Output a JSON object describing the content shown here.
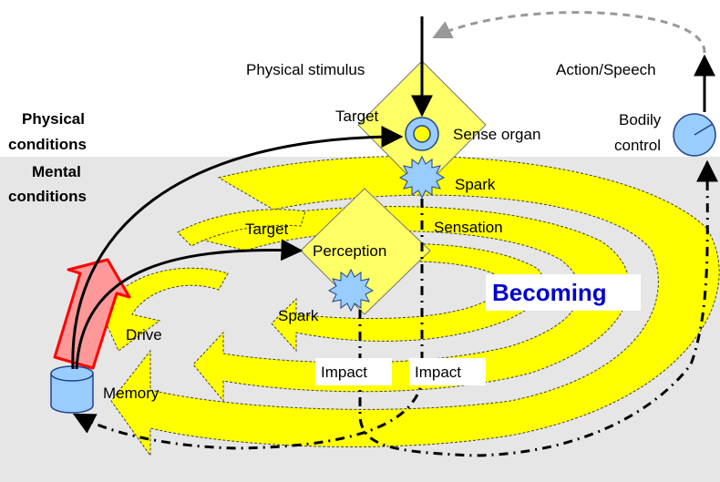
{
  "labels": {
    "physical_stimulus": "Physical stimulus",
    "action_speech": "Action/Speech",
    "physical_conditions_1": "Physical",
    "physical_conditions_2": "conditions",
    "mental_conditions_1": "Mental",
    "mental_conditions_2": "conditions",
    "target_top": "Target",
    "sense_organ": "Sense organ",
    "bodily_control_1": "Bodily",
    "bodily_control_2": "control",
    "spark_top": "Spark",
    "target_mid": "Target",
    "sensation": "Sensation",
    "perception": "Perception",
    "becoming": "Becoming",
    "spark_mid": "Spark",
    "drive": "Drive",
    "impact_left": "Impact",
    "impact_right": "Impact",
    "memory": "Memory"
  },
  "colors": {
    "spiral_fill": "#ffff00",
    "mental_region": "#e6e6e6",
    "diamond": "#ffff66",
    "spark": "#99ccff",
    "drive_arrow": "#ff9999",
    "drive_outline": "#ff0000",
    "becoming_text": "#0000cc",
    "feedback_arrow": "#999999"
  },
  "icons": {
    "sense_organ": "ring-icon",
    "spark": "starburst-icon",
    "memory": "database-cylinder-icon",
    "bodily_control": "dial-icon"
  }
}
